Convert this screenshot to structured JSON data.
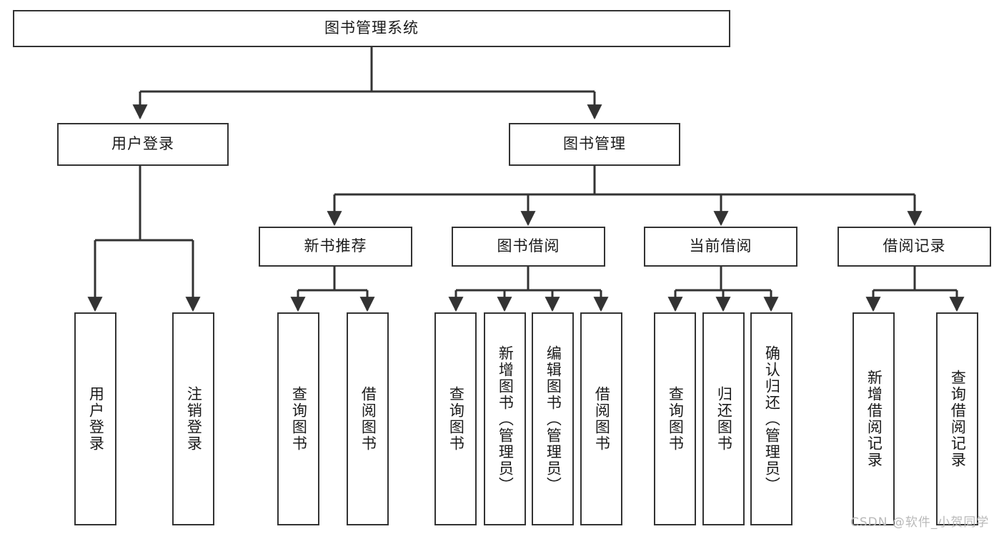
{
  "diagram": {
    "title": "图书管理系统",
    "type": "tree-hierarchy",
    "root": {
      "label": "图书管理系统"
    },
    "level2": [
      {
        "label": "用户登录"
      },
      {
        "label": "图书管理"
      }
    ],
    "level3": [
      {
        "label": "新书推荐"
      },
      {
        "label": "图书借阅"
      },
      {
        "label": "当前借阅"
      },
      {
        "label": "借阅记录"
      }
    ],
    "leaves": {
      "user_login": [
        {
          "label": "用户登录"
        },
        {
          "label": "注销登录"
        }
      ],
      "new_book_recommend": [
        {
          "label": "查询图书"
        },
        {
          "label": "借阅图书"
        }
      ],
      "book_borrow": [
        {
          "label": "查询图书"
        },
        {
          "label": "新增图书（管理员）"
        },
        {
          "label": "编辑图书（管理员）"
        },
        {
          "label": "借阅图书"
        }
      ],
      "current_borrow": [
        {
          "label": "查询图书"
        },
        {
          "label": "归还图书"
        },
        {
          "label": "确认归还（管理员）"
        }
      ],
      "borrow_record": [
        {
          "label": "新增借阅记录"
        },
        {
          "label": "查询借阅记录"
        }
      ]
    }
  },
  "watermark": {
    "text": "CSDN @软件_小贺同学"
  },
  "colors": {
    "stroke": "#333333",
    "box_fill": "#ffffff",
    "text": "#1a1a1a",
    "watermark": "#b9b9b9",
    "background": "#ffffff"
  }
}
